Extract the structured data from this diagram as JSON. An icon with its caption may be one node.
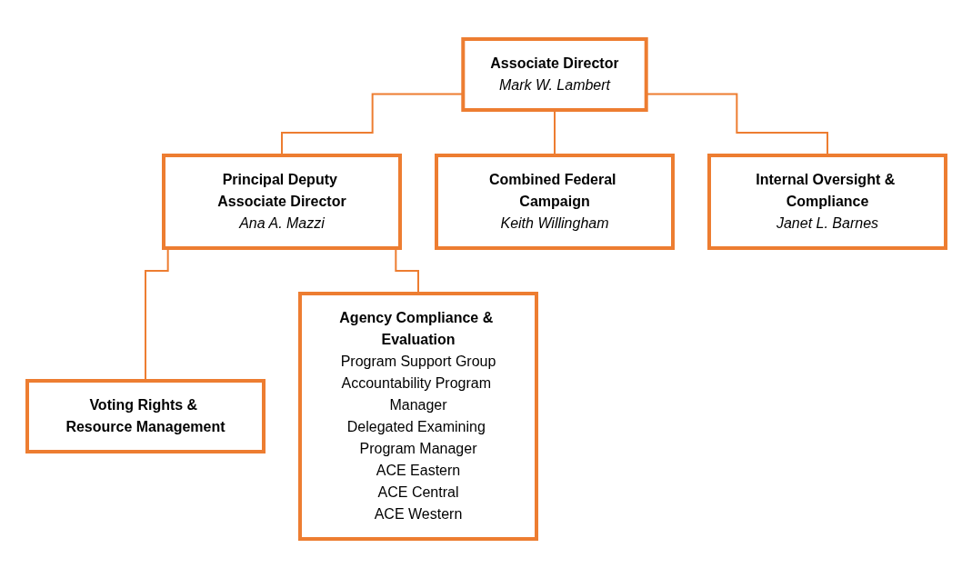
{
  "diagram": {
    "nodes": [
      {
        "text": [
          "Associate Director",
          "Mark W. Lambert"
        ]
      },
      {
        "text": [
          "Principal Deputy Associate Director",
          "Ana A. Mazzi"
        ]
      },
      {
        "text": [
          "Combined Federal Campaign",
          "Keith Willingham"
        ]
      },
      {
        "text": [
          "Internal Oversight & Compliance",
          "Janet L. Barnes"
        ]
      },
      {
        "text": [
          "Voting Rights & Resource Management"
        ]
      },
      {
        "text": [
          "Agency Compliance & Evaluation",
          "Program Support Group",
          "Accountability Program Manager",
          "Delegated Examining Program Manager",
          "ACE Eastern",
          "ACE Central",
          "ACE Western"
        ]
      }
    ],
    "edges": [
      {
        "from": 0,
        "to": 1,
        "arrow": "none"
      },
      {
        "from": 0,
        "to": 2,
        "arrow": "none"
      },
      {
        "from": 0,
        "to": 3,
        "arrow": "none"
      },
      {
        "from": 1,
        "to": 4,
        "arrow": "none"
      },
      {
        "from": 1,
        "to": 5,
        "arrow": "none"
      }
    ]
  }
}
